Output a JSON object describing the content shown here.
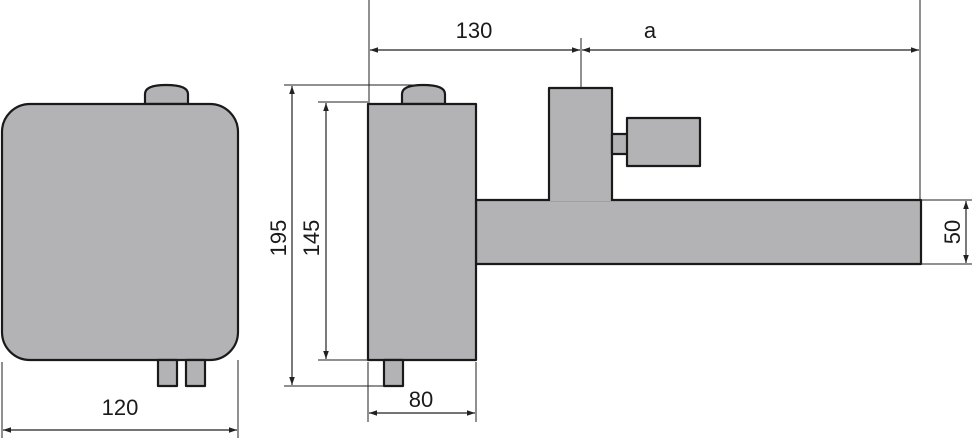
{
  "dimensions": {
    "front_width": "120",
    "height_total": "195",
    "height_body": "145",
    "body_width": "80",
    "offset": "130",
    "length_var": "a",
    "arm_height": "50"
  },
  "colors": {
    "part_fill": "#b3b3b5",
    "outline": "#1a1a1a"
  }
}
